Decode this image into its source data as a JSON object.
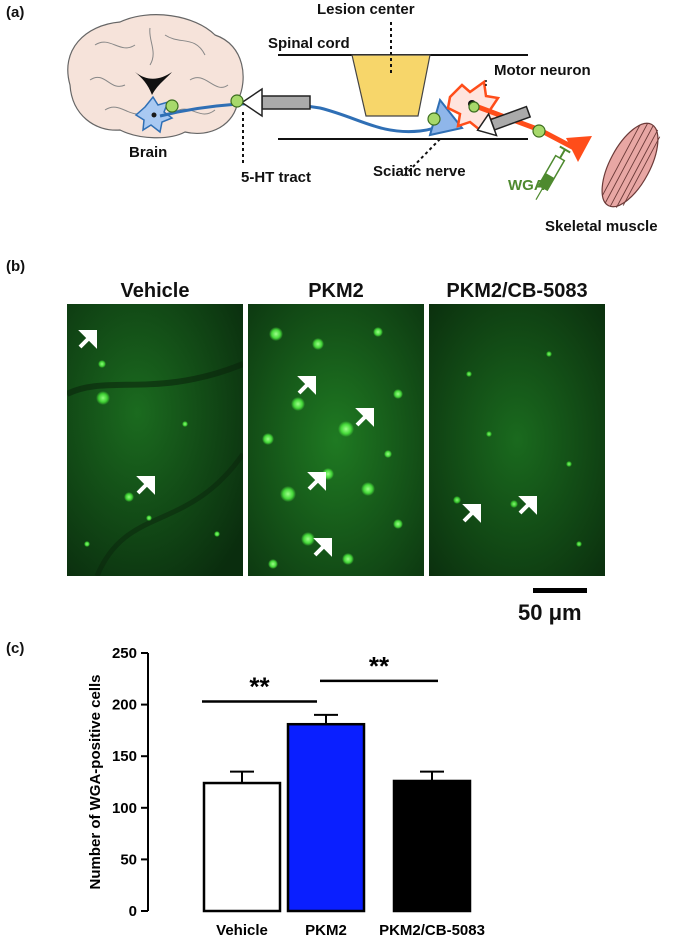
{
  "panel_labels": {
    "a": "(a)",
    "b": "(b)",
    "c": "(c)"
  },
  "schematic": {
    "lesion_center": "Lesion center",
    "spinal_cord": "Spinal cord",
    "motor_neuron": "Motor neuron",
    "brain": "Brain",
    "ht_tract": "5-HT tract",
    "sciatic_nerve": "Sciatic nerve",
    "wga": "WGA",
    "skeletal_muscle": "Skeletal muscle"
  },
  "micrographs": {
    "titles": [
      "Vehicle",
      "PKM2",
      "PKM2/CB-5083"
    ],
    "scale_bar_label": "50 μm"
  },
  "colors": {
    "tract_blue": "#2f6fb5",
    "motor_red": "#ff4d1a",
    "lesion_yellow": "#f7d66a",
    "muscle_pink": "#e8a7a4",
    "wga_green": "#4e8a2f",
    "fluorescence_green": "#1d7a22",
    "bar_vehicle": "#ffffff",
    "bar_pkm2": "#0a1fff",
    "bar_combo": "#000000"
  },
  "chart_data": {
    "type": "bar",
    "categories": [
      "Vehicle",
      "PKM2",
      "PKM2/CB-5083"
    ],
    "values": [
      124,
      181,
      126
    ],
    "errors": [
      11,
      9,
      9
    ],
    "ylabel": "Number of WGA-positive cells",
    "xlabel": "",
    "ylim": [
      0,
      250
    ],
    "yticks": [
      0,
      50,
      100,
      150,
      200,
      250
    ],
    "significance": [
      {
        "from": "Vehicle",
        "to": "PKM2",
        "label": "**"
      },
      {
        "from": "PKM2",
        "to": "PKM2/CB-5083",
        "label": "**"
      }
    ],
    "grid": false,
    "legend": "none"
  }
}
